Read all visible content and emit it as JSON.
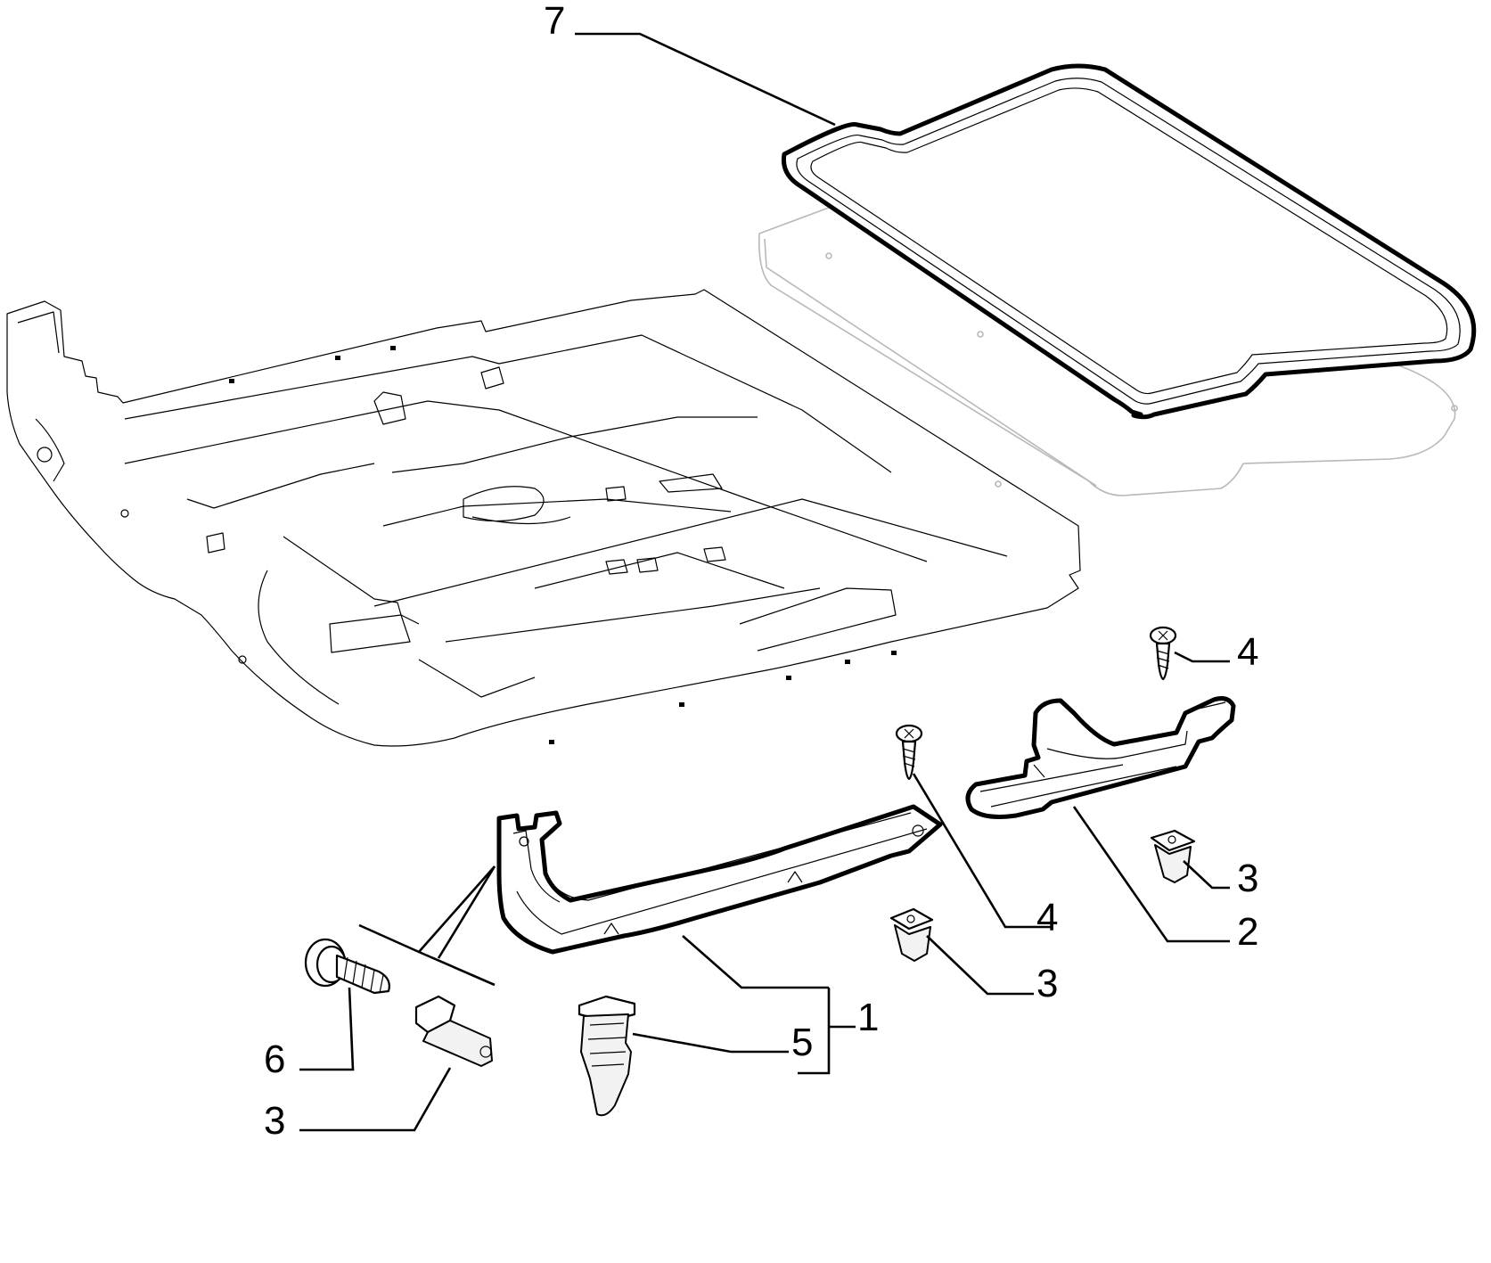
{
  "diagram": {
    "callouts": [
      {
        "id": "c7",
        "label": "7"
      },
      {
        "id": "c4a",
        "label": "4"
      },
      {
        "id": "c4b",
        "label": "4"
      },
      {
        "id": "c3a",
        "label": "3"
      },
      {
        "id": "c3b",
        "label": "3"
      },
      {
        "id": "c3c",
        "label": "3"
      },
      {
        "id": "c2",
        "label": "2"
      },
      {
        "id": "c1",
        "label": "1"
      },
      {
        "id": "c5",
        "label": "5"
      },
      {
        "id": "c6",
        "label": "6"
      }
    ]
  }
}
